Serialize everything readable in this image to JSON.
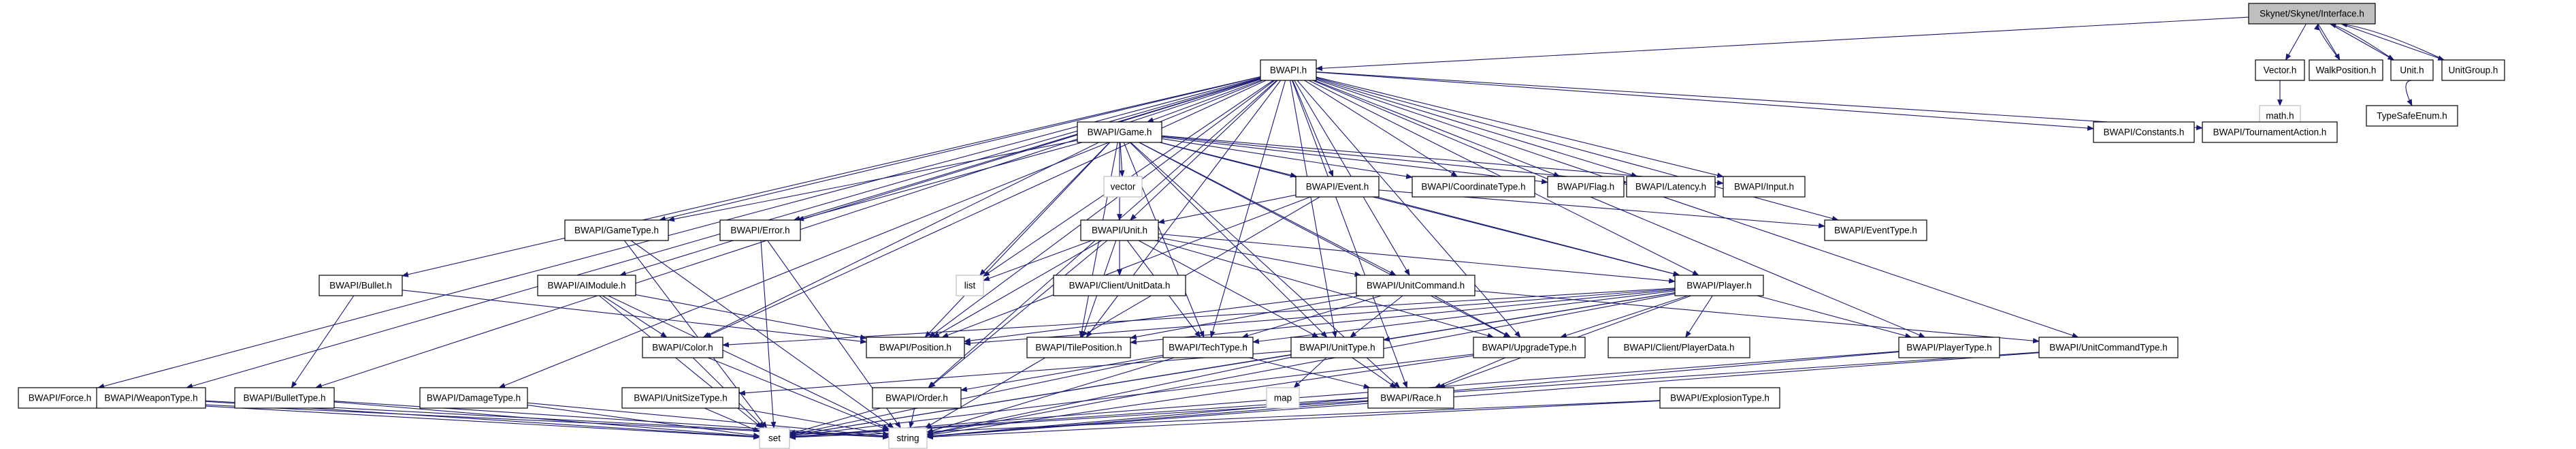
{
  "graph": {
    "nodes": [
      {
        "id": "interface",
        "label": "Skynet/Skynet/Interface.h",
        "style": "focus"
      },
      {
        "id": "vector_h",
        "label": "Vector.h"
      },
      {
        "id": "walkposition",
        "label": "WalkPosition.h"
      },
      {
        "id": "unit_h",
        "label": "Unit.h"
      },
      {
        "id": "unitgroup",
        "label": "UnitGroup.h"
      },
      {
        "id": "math",
        "label": "math.h",
        "style": "grey"
      },
      {
        "id": "typesafeenum",
        "label": "TypeSafeEnum.h"
      },
      {
        "id": "bwapi",
        "label": "BWAPI.h"
      },
      {
        "id": "game",
        "label": "BWAPI/Game.h"
      },
      {
        "id": "constants",
        "label": "BWAPI/Constants.h"
      },
      {
        "id": "tournament",
        "label": "BWAPI/TournamentAction.h"
      },
      {
        "id": "vector",
        "label": "vector",
        "style": "grey"
      },
      {
        "id": "event",
        "label": "BWAPI/Event.h"
      },
      {
        "id": "coordtype",
        "label": "BWAPI/CoordinateType.h"
      },
      {
        "id": "flag",
        "label": "BWAPI/Flag.h"
      },
      {
        "id": "latency",
        "label": "BWAPI/Latency.h"
      },
      {
        "id": "input",
        "label": "BWAPI/Input.h"
      },
      {
        "id": "gametype",
        "label": "BWAPI/GameType.h"
      },
      {
        "id": "error",
        "label": "BWAPI/Error.h"
      },
      {
        "id": "bwunit",
        "label": "BWAPI/Unit.h"
      },
      {
        "id": "eventtype",
        "label": "BWAPI/EventType.h"
      },
      {
        "id": "bullet",
        "label": "BWAPI/Bullet.h"
      },
      {
        "id": "aimodule",
        "label": "BWAPI/AIModule.h"
      },
      {
        "id": "list",
        "label": "list",
        "style": "grey"
      },
      {
        "id": "clientunitdata",
        "label": "BWAPI/Client/UnitData.h"
      },
      {
        "id": "unitcommand",
        "label": "BWAPI/UnitCommand.h"
      },
      {
        "id": "player",
        "label": "BWAPI/Player.h"
      },
      {
        "id": "color",
        "label": "BWAPI/Color.h"
      },
      {
        "id": "position",
        "label": "BWAPI/Position.h"
      },
      {
        "id": "tileposition",
        "label": "BWAPI/TilePosition.h"
      },
      {
        "id": "techtype",
        "label": "BWAPI/TechType.h"
      },
      {
        "id": "unittype",
        "label": "BWAPI/UnitType.h"
      },
      {
        "id": "upgradetype",
        "label": "BWAPI/UpgradeType.h"
      },
      {
        "id": "clientplayerdata",
        "label": "BWAPI/Client/PlayerData.h"
      },
      {
        "id": "playertype",
        "label": "BWAPI/PlayerType.h"
      },
      {
        "id": "unitcommandtype",
        "label": "BWAPI/UnitCommandType.h"
      },
      {
        "id": "force",
        "label": "BWAPI/Force.h"
      },
      {
        "id": "weapontype",
        "label": "BWAPI/WeaponType.h"
      },
      {
        "id": "bullettype",
        "label": "BWAPI/BulletType.h"
      },
      {
        "id": "damagetype",
        "label": "BWAPI/DamageType.h"
      },
      {
        "id": "unitsizetype",
        "label": "BWAPI/UnitSizeType.h"
      },
      {
        "id": "order",
        "label": "BWAPI/Order.h"
      },
      {
        "id": "map",
        "label": "map",
        "style": "grey"
      },
      {
        "id": "race",
        "label": "BWAPI/Race.h"
      },
      {
        "id": "explosiontype",
        "label": "BWAPI/ExplosionType.h"
      },
      {
        "id": "set",
        "label": "set",
        "style": "grey"
      },
      {
        "id": "string",
        "label": "string",
        "style": "grey"
      }
    ],
    "edges": [
      [
        "interface",
        "bwapi"
      ],
      [
        "interface",
        "vector_h"
      ],
      [
        "interface",
        "walkposition"
      ],
      [
        "interface",
        "unit_h"
      ],
      [
        "interface",
        "unitgroup"
      ],
      [
        "vector_h",
        "math"
      ],
      [
        "walkposition",
        "interface"
      ],
      [
        "unit_h",
        "interface"
      ],
      [
        "unit_h",
        "typesafeenum"
      ],
      [
        "unitgroup",
        "interface"
      ],
      [
        "bwapi",
        "game"
      ],
      [
        "bwapi",
        "constants"
      ],
      [
        "bwapi",
        "tournament"
      ],
      [
        "bwapi",
        "event"
      ],
      [
        "bwapi",
        "coordtype"
      ],
      [
        "bwapi",
        "flag"
      ],
      [
        "bwapi",
        "latency"
      ],
      [
        "bwapi",
        "input"
      ],
      [
        "bwapi",
        "gametype"
      ],
      [
        "bwapi",
        "error"
      ],
      [
        "bwapi",
        "bwunit"
      ],
      [
        "bwapi",
        "eventtype"
      ],
      [
        "bwapi",
        "bullet"
      ],
      [
        "bwapi",
        "aimodule"
      ],
      [
        "bwapi",
        "unitcommand"
      ],
      [
        "bwapi",
        "player"
      ],
      [
        "bwapi",
        "color"
      ],
      [
        "bwapi",
        "position"
      ],
      [
        "bwapi",
        "tileposition"
      ],
      [
        "bwapi",
        "techtype"
      ],
      [
        "bwapi",
        "unittype"
      ],
      [
        "bwapi",
        "upgradetype"
      ],
      [
        "bwapi",
        "playertype"
      ],
      [
        "bwapi",
        "unitcommandtype"
      ],
      [
        "bwapi",
        "force"
      ],
      [
        "bwapi",
        "weapontype"
      ],
      [
        "bwapi",
        "bullettype"
      ],
      [
        "bwapi",
        "damagetype"
      ],
      [
        "bwapi",
        "order"
      ],
      [
        "bwapi",
        "race"
      ],
      [
        "bwapi",
        "list"
      ],
      [
        "game",
        "vector"
      ],
      [
        "game",
        "list"
      ],
      [
        "game",
        "event"
      ],
      [
        "game",
        "coordtype"
      ],
      [
        "game",
        "flag"
      ],
      [
        "game",
        "latency"
      ],
      [
        "game",
        "input"
      ],
      [
        "game",
        "gametype"
      ],
      [
        "game",
        "error"
      ],
      [
        "game",
        "bwunit"
      ],
      [
        "game",
        "player"
      ],
      [
        "game",
        "color"
      ],
      [
        "game",
        "position"
      ],
      [
        "game",
        "tileposition"
      ],
      [
        "game",
        "unittype"
      ],
      [
        "game",
        "techtype"
      ],
      [
        "game",
        "upgradetype"
      ],
      [
        "game",
        "unitcommand"
      ],
      [
        "game",
        "race"
      ],
      [
        "event",
        "bwunit"
      ],
      [
        "event",
        "player"
      ],
      [
        "event",
        "eventtype"
      ],
      [
        "event",
        "position"
      ],
      [
        "event",
        "string"
      ],
      [
        "bwunit",
        "list"
      ],
      [
        "bwunit",
        "clientunitdata"
      ],
      [
        "bwunit",
        "unitcommand"
      ],
      [
        "bwunit",
        "position"
      ],
      [
        "bwunit",
        "tileposition"
      ],
      [
        "bwunit",
        "order"
      ],
      [
        "bwunit",
        "techtype"
      ],
      [
        "bwunit",
        "unittype"
      ],
      [
        "bwunit",
        "upgradetype"
      ],
      [
        "bwunit",
        "player"
      ],
      [
        "unitcommand",
        "position"
      ],
      [
        "unitcommand",
        "tileposition"
      ],
      [
        "unitcommand",
        "techtype"
      ],
      [
        "unitcommand",
        "unittype"
      ],
      [
        "unitcommand",
        "upgradetype"
      ],
      [
        "unitcommand",
        "unitcommandtype"
      ],
      [
        "player",
        "color"
      ],
      [
        "player",
        "position"
      ],
      [
        "player",
        "tileposition"
      ],
      [
        "player",
        "techtype"
      ],
      [
        "player",
        "unittype"
      ],
      [
        "player",
        "upgradetype"
      ],
      [
        "player",
        "clientplayerdata"
      ],
      [
        "player",
        "playertype"
      ],
      [
        "player",
        "race"
      ],
      [
        "player",
        "set"
      ],
      [
        "player",
        "string"
      ],
      [
        "gametype",
        "set"
      ],
      [
        "gametype",
        "string"
      ],
      [
        "error",
        "set"
      ],
      [
        "error",
        "string"
      ],
      [
        "bullet",
        "position"
      ],
      [
        "bullet",
        "bullettype"
      ],
      [
        "aimodule",
        "color"
      ],
      [
        "aimodule",
        "position"
      ],
      [
        "aimodule",
        "set"
      ],
      [
        "aimodule",
        "string"
      ],
      [
        "color",
        "set"
      ],
      [
        "color",
        "string"
      ],
      [
        "techtype",
        "set"
      ],
      [
        "techtype",
        "string"
      ],
      [
        "techtype",
        "race"
      ],
      [
        "techtype",
        "order"
      ],
      [
        "unittype",
        "map"
      ],
      [
        "unittype",
        "race"
      ],
      [
        "unittype",
        "unitsizetype"
      ],
      [
        "unittype",
        "set"
      ],
      [
        "unittype",
        "string"
      ],
      [
        "upgradetype",
        "race"
      ],
      [
        "upgradetype",
        "set"
      ],
      [
        "upgradetype",
        "string"
      ],
      [
        "playertype",
        "set"
      ],
      [
        "playertype",
        "string"
      ],
      [
        "unitcommandtype",
        "set"
      ],
      [
        "unitcommandtype",
        "string"
      ],
      [
        "force",
        "set"
      ],
      [
        "force",
        "string"
      ],
      [
        "weapontype",
        "set"
      ],
      [
        "weapontype",
        "string"
      ],
      [
        "bullettype",
        "set"
      ],
      [
        "bullettype",
        "string"
      ],
      [
        "damagetype",
        "set"
      ],
      [
        "damagetype",
        "string"
      ],
      [
        "unitsizetype",
        "set"
      ],
      [
        "unitsizetype",
        "string"
      ],
      [
        "order",
        "set"
      ],
      [
        "order",
        "string"
      ],
      [
        "race",
        "set"
      ],
      [
        "race",
        "string"
      ],
      [
        "explosiontype",
        "set"
      ],
      [
        "explosiontype",
        "string"
      ]
    ]
  }
}
